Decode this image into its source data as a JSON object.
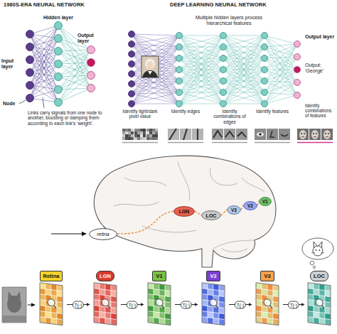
{
  "diagram": {
    "nodes": [
      {
        "text": [
          "retina"
        ]
      },
      {
        "text": [
          "LGN"
        ]
      },
      {
        "text": [
          "LOC"
        ]
      },
      {
        "text": [
          "V3"
        ]
      },
      {
        "text": [
          "V2"
        ]
      },
      {
        "text": [
          "V1"
        ]
      },
      {
        "text": [
          "Retina"
        ]
      },
      {
        "text": [
          "LGN"
        ]
      },
      {
        "text": [
          "V1"
        ]
      },
      {
        "text": [
          "V2"
        ]
      },
      {
        "text": [
          "V3"
        ]
      },
      {
        "text": [
          "LOC"
        ]
      }
    ],
    "edges": [
      {
        "from": 0,
        "to": 1,
        "arrow": "none"
      },
      {
        "from": 1,
        "to": 2,
        "arrow": "none"
      },
      {
        "from": 2,
        "to": 3,
        "arrow": "none"
      },
      {
        "from": 3,
        "to": 4,
        "arrow": "none"
      },
      {
        "from": 4,
        "to": 5,
        "arrow": "none"
      },
      {
        "from": 6,
        "to": 7,
        "arrow": "to",
        "label": "T(·)"
      },
      {
        "from": 7,
        "to": 8,
        "arrow": "to",
        "label": "T(·)"
      },
      {
        "from": 8,
        "to": 9,
        "arrow": "to",
        "label": "T(·)"
      },
      {
        "from": 9,
        "to": 10,
        "arrow": "to",
        "label": "T(·)"
      },
      {
        "from": 10,
        "to": 11,
        "arrow": "to",
        "label": "T(·)"
      }
    ],
    "labels": [
      "1980S-ERA NEURAL NETWORK",
      "Input layer",
      "Hidden layer",
      "Output layer",
      "Node",
      "Links carry signals from one node to another, boosting or damping them according to each link's 'weight'.",
      "DEEP LEARNING NEURAL NETWORK",
      "Multiple hidden layers process hierarchical features",
      "Output layer",
      "Output: 'George'",
      "Identify light/dark pixel value",
      "Identify edges",
      "Identify combinations of edges",
      "Identify features",
      "Identify combinations of features"
    ]
  }
}
